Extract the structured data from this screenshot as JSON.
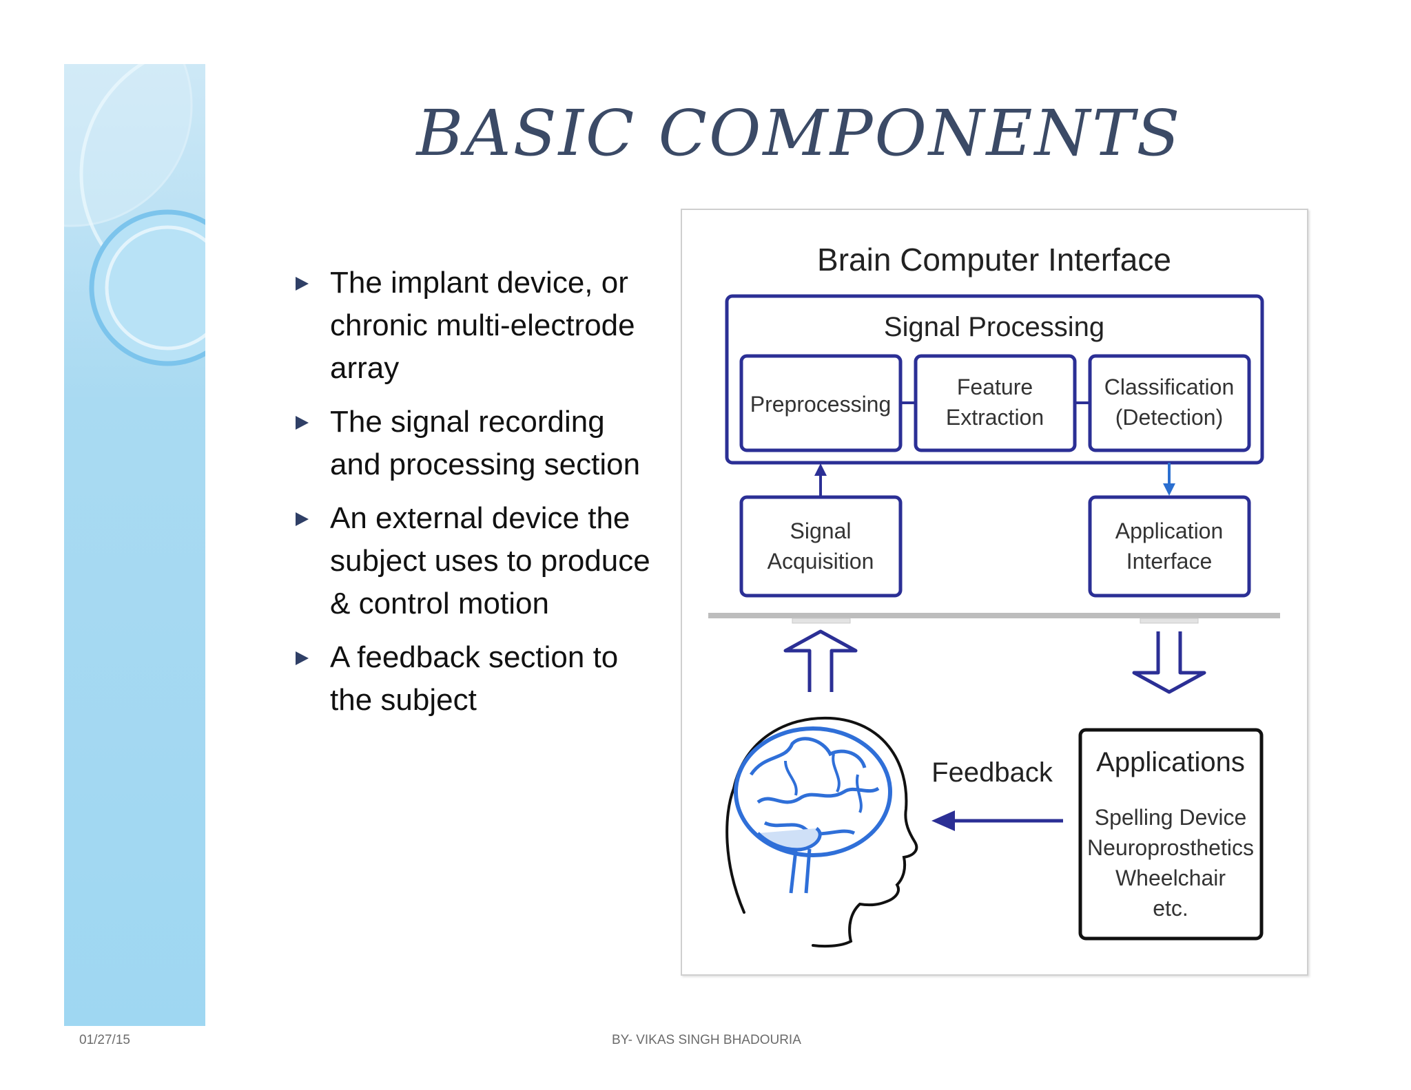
{
  "slide": {
    "title": "BASIC COMPONENTS",
    "bullets": [
      "The implant device, or chronic multi-electrode array",
      "The signal recording and processing section",
      "An external device the subject uses to produce & control motion",
      "A feedback section to the subject"
    ],
    "footer_date": "01/27/15",
    "footer_author": "BY- VIKAS SINGH BHADOURIA"
  },
  "diagram": {
    "title": "Brain Computer Interface",
    "signal_processing_label": "Signal Processing",
    "preprocessing": "Preprocessing",
    "feature_line1": "Feature",
    "feature_line2": "Extraction",
    "classification_line1": "Classification",
    "classification_line2": "(Detection)",
    "acquisition_line1": "Signal",
    "acquisition_line2": "Acquisition",
    "app_interface_line1": "Application",
    "app_interface_line2": "Interface",
    "feedback": "Feedback",
    "applications_title": "Applications",
    "applications_items": [
      "Spelling Device",
      "Neuroprosthetics",
      "Wheelchair",
      "etc."
    ]
  },
  "colors": {
    "box_stroke": "#2b2f95",
    "title_color": "#3b4a66",
    "brain_blue": "#2f6fd8",
    "bullet_color": "#2f3f66"
  }
}
